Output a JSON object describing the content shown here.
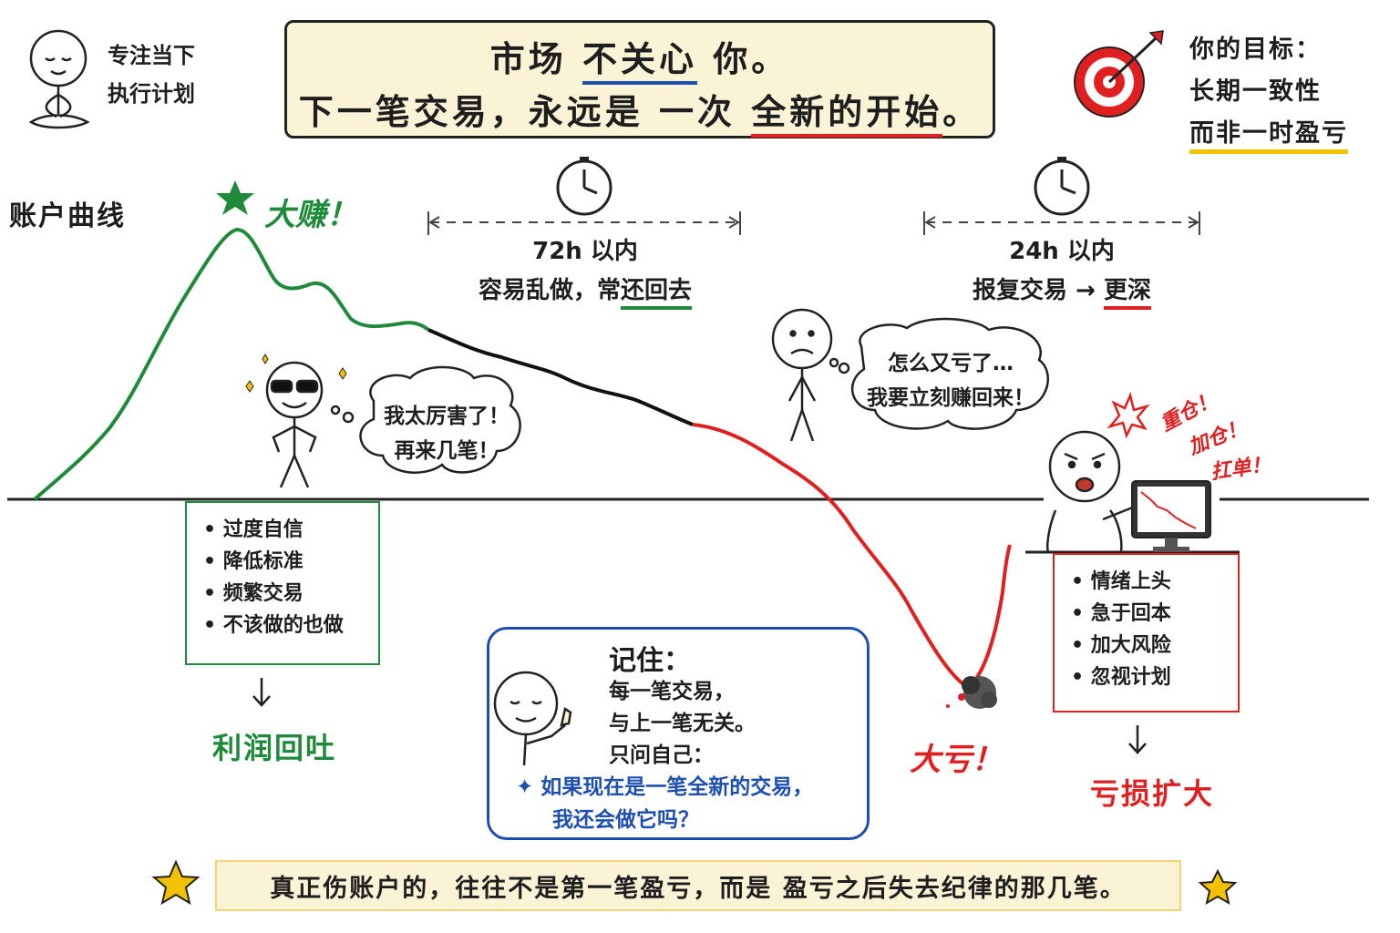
{
  "header": {
    "line1_a": "市场",
    "line1_b": "不关心",
    "line1_c": "你。",
    "line2_a": "下一笔交易，永远是 一次",
    "line2_b": "全新的开始",
    "line2_c": "。"
  },
  "focus": {
    "line1": "专注当下",
    "line2": "执行计划"
  },
  "goal": {
    "line1": "你的目标：",
    "line2": "长期一致性",
    "line3": "而非一时盈亏"
  },
  "chart": {
    "label": "账户曲线",
    "peak_label": "大赚！"
  },
  "window72": {
    "title": "72h 以内",
    "desc_a": "容易乱做，常",
    "desc_b": "还回去"
  },
  "window24": {
    "title": "24h 以内",
    "desc_a": "报复交易 →",
    "desc_b": "更深"
  },
  "bubble_confident": {
    "line1": "我太厉害了！",
    "line2": "再来几笔！"
  },
  "bubble_sad": {
    "line1": "怎么又亏了…",
    "line2": "我要立刻赚回来！"
  },
  "overconfidence_box": {
    "items": [
      "• 过度自信",
      "• 降低标准",
      "• 频繁交易",
      "• 不该做的也做"
    ],
    "result": "利润回吐"
  },
  "emotional_box": {
    "items": [
      "• 情绪上头",
      "• 急于回本",
      "• 加大风险",
      "• 忽视计划"
    ],
    "result": "亏损扩大"
  },
  "big_loss_label": "大亏！",
  "shouts": [
    "重仓！",
    "加仓！",
    "扛单！"
  ],
  "remember": {
    "title": "记住：",
    "line1": "每一笔交易，",
    "line2": "与上一笔无关。",
    "line3": "只问自己：",
    "q1": "✦  如果现在是一笔全新的交易，",
    "q2": "我还会做它吗？"
  },
  "bottom": {
    "text": "真正伤账户的，往往不是第一笔盈亏，而是 盈亏之后失去纪律的那几笔。"
  },
  "colors": {
    "green": "#1f8a3a",
    "red": "#e02020",
    "blue": "#1d4fb0",
    "yellow": "#f2c200",
    "cream": "#fbf3d6"
  },
  "icons": [
    "meditating-figure-icon",
    "target-icon",
    "clock-icon",
    "star-icon",
    "sunglasses-figure-icon",
    "sad-figure-icon",
    "angry-trader-icon",
    "computer-monitor-icon",
    "explosion-icon",
    "calm-figure-thumbs-up-icon"
  ]
}
